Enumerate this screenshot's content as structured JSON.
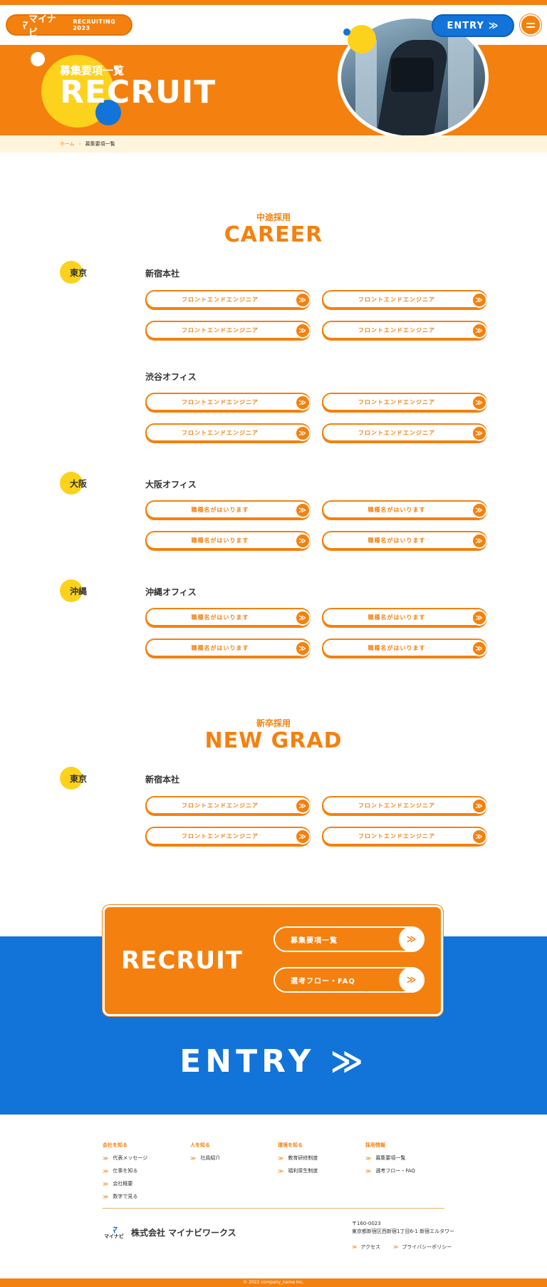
{
  "header": {
    "logo_mark": "ﾏ",
    "logo_text": "マイナビ",
    "logo_sub": "RECRUITING 2023",
    "entry_label": "ENTRY",
    "entry_arrow": "≫"
  },
  "hero": {
    "subtitle": "募集要項一覧",
    "title": "RECRUIT"
  },
  "breadcrumb": {
    "home": "ホーム",
    "sep": "›",
    "current": "募集要項一覧"
  },
  "career": {
    "sub": "中途採用",
    "title": "CAREER",
    "tokyo": "東京",
    "shinjuku": "新宿本社",
    "shibuya": "渋谷オフィス",
    "osaka_region": "大阪",
    "osaka_office": "大阪オフィス",
    "okinawa_region": "沖縄",
    "okinawa_office": "沖縄オフィス",
    "job_frontend": "フロントエンドエンジニア",
    "job_placeholder": "職種名がはいります"
  },
  "newgrad": {
    "sub": "新卒採用",
    "title": "NEW GRAD",
    "tokyo": "東京",
    "shinjuku": "新宿本社",
    "job_frontend": "フロントエンドエンジニア"
  },
  "job_arrow": "≫",
  "recruit_box": {
    "title": "RECRUIT",
    "btn1": "募集要項一覧",
    "btn2": "選考フロー・FAQ",
    "arrow": "≫"
  },
  "big_entry": "ENTRY ≫",
  "footer": {
    "cols": [
      {
        "title": "会社を知る",
        "items": [
          "代表メッセージ",
          "仕事を知る",
          "会社概要",
          "数字で見る"
        ]
      },
      {
        "title": "人を知る",
        "items": [
          "社員紹介"
        ]
      },
      {
        "title": "環境を知る",
        "items": [
          "教育研修制度",
          "福利厚生制度"
        ]
      },
      {
        "title": "採用情報",
        "items": [
          "募集要項一覧",
          "選考フロー・FAQ"
        ]
      }
    ],
    "chev": "≫",
    "logo_mark": "ﾏ",
    "logo_small": "マイナビ",
    "company": "株式会社 マイナビワークス",
    "postal": "〒160-0023",
    "address": "東京都新宿区西新宿1丁目6-1 新宿エルタワー",
    "link_access": "アクセス",
    "link_privacy": "プライバシーポリシー",
    "copyright": "© 2022 company_name Inc."
  },
  "colors": {
    "orange": "#f4810f",
    "blue": "#1273d9",
    "yellow": "#fcd21c",
    "cream": "#fff5dc"
  }
}
